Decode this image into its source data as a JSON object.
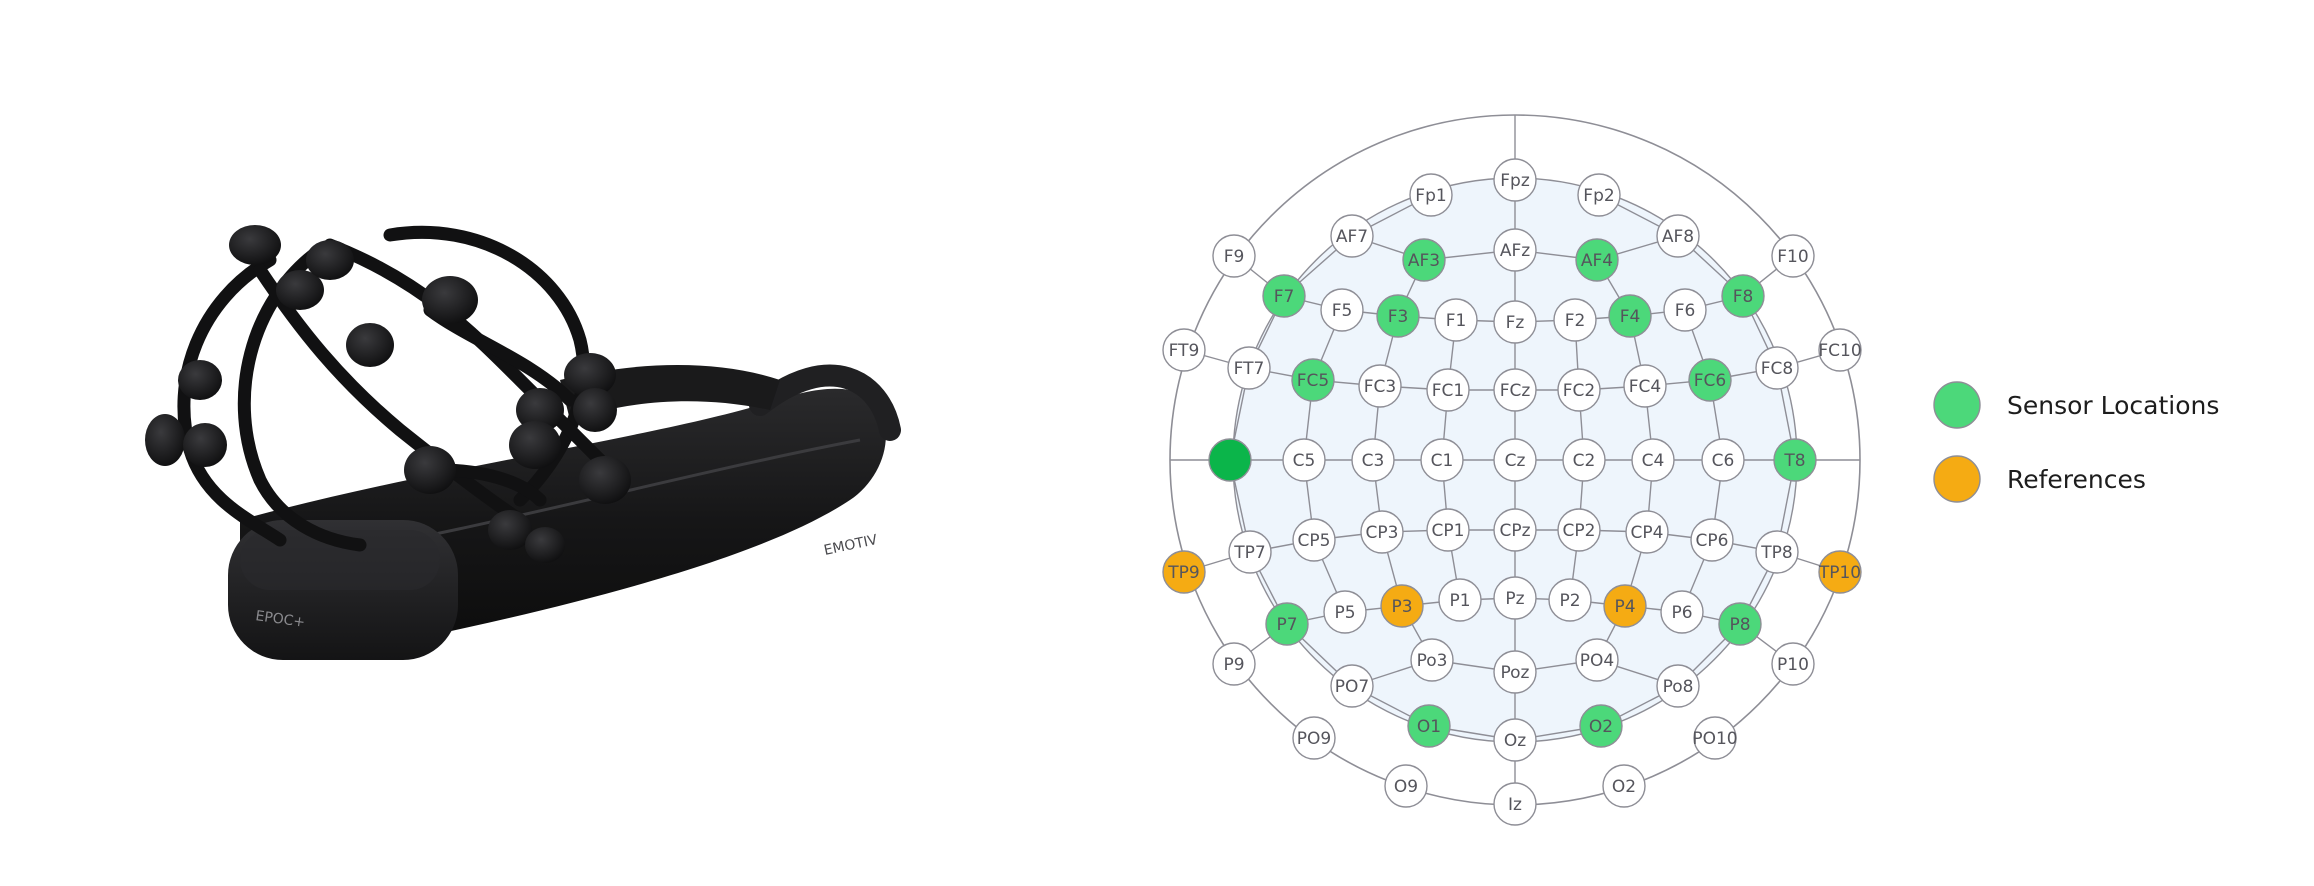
{
  "headset": {
    "brand_text": "EMOTIV",
    "model_text": "EPOC+"
  },
  "colors": {
    "sensor": "#4cd87a",
    "reference": "#f5ab13",
    "ground": "#0bb54a",
    "empty": "#ffffff",
    "inner_fill": "#eef5fc"
  },
  "legend": [
    {
      "label": "Sensor Locations",
      "color": "#4cd87a"
    },
    {
      "label": "References",
      "color": "#f5ab13"
    }
  ],
  "electrodes": [
    {
      "label": "Fpz",
      "type": "empty"
    },
    {
      "label": "Fp1",
      "type": "empty"
    },
    {
      "label": "Fp2",
      "type": "empty"
    },
    {
      "label": "AF7",
      "type": "empty"
    },
    {
      "label": "AF3",
      "type": "sensor"
    },
    {
      "label": "AFz",
      "type": "empty"
    },
    {
      "label": "AF4",
      "type": "sensor"
    },
    {
      "label": "AF8",
      "type": "empty"
    },
    {
      "label": "F9",
      "type": "empty"
    },
    {
      "label": "F7",
      "type": "sensor"
    },
    {
      "label": "F5",
      "type": "empty"
    },
    {
      "label": "F3",
      "type": "sensor"
    },
    {
      "label": "F1",
      "type": "empty"
    },
    {
      "label": "Fz",
      "type": "empty"
    },
    {
      "label": "F2",
      "type": "empty"
    },
    {
      "label": "F4",
      "type": "sensor"
    },
    {
      "label": "F6",
      "type": "empty"
    },
    {
      "label": "F8",
      "type": "sensor"
    },
    {
      "label": "F10",
      "type": "empty"
    },
    {
      "label": "FT9",
      "type": "empty"
    },
    {
      "label": "FT7",
      "type": "empty"
    },
    {
      "label": "FC5",
      "type": "sensor"
    },
    {
      "label": "FC3",
      "type": "empty"
    },
    {
      "label": "FC1",
      "type": "empty"
    },
    {
      "label": "FCz",
      "type": "empty"
    },
    {
      "label": "FC2",
      "type": "empty"
    },
    {
      "label": "FC4",
      "type": "empty"
    },
    {
      "label": "FC6",
      "type": "sensor"
    },
    {
      "label": "FC8",
      "type": "empty"
    },
    {
      "label": "FC10",
      "type": "empty"
    },
    {
      "label": "",
      "type": "ground"
    },
    {
      "label": "C5",
      "type": "empty"
    },
    {
      "label": "C3",
      "type": "empty"
    },
    {
      "label": "C1",
      "type": "empty"
    },
    {
      "label": "Cz",
      "type": "empty"
    },
    {
      "label": "C2",
      "type": "empty"
    },
    {
      "label": "C4",
      "type": "empty"
    },
    {
      "label": "C6",
      "type": "empty"
    },
    {
      "label": "T8",
      "type": "sensor"
    },
    {
      "label": "TP9",
      "type": "reference"
    },
    {
      "label": "TP7",
      "type": "empty"
    },
    {
      "label": "CP5",
      "type": "empty"
    },
    {
      "label": "CP3",
      "type": "empty"
    },
    {
      "label": "CP1",
      "type": "empty"
    },
    {
      "label": "CPz",
      "type": "empty"
    },
    {
      "label": "CP2",
      "type": "empty"
    },
    {
      "label": "CP4",
      "type": "empty"
    },
    {
      "label": "CP6",
      "type": "empty"
    },
    {
      "label": "TP8",
      "type": "empty"
    },
    {
      "label": "TP10",
      "type": "reference"
    },
    {
      "label": "P7",
      "type": "sensor"
    },
    {
      "label": "P5",
      "type": "empty"
    },
    {
      "label": "P3",
      "type": "reference"
    },
    {
      "label": "P1",
      "type": "empty"
    },
    {
      "label": "Pz",
      "type": "empty"
    },
    {
      "label": "P2",
      "type": "empty"
    },
    {
      "label": "P4",
      "type": "reference"
    },
    {
      "label": "P6",
      "type": "empty"
    },
    {
      "label": "P8",
      "type": "sensor"
    },
    {
      "label": "P9",
      "type": "empty"
    },
    {
      "label": "PO7",
      "type": "empty"
    },
    {
      "label": "Po3",
      "type": "empty"
    },
    {
      "label": "Poz",
      "type": "empty"
    },
    {
      "label": "PO4",
      "type": "empty"
    },
    {
      "label": "Po8",
      "type": "empty"
    },
    {
      "label": "P10",
      "type": "empty"
    },
    {
      "label": "O1",
      "type": "sensor"
    },
    {
      "label": "Oz",
      "type": "empty"
    },
    {
      "label": "O2",
      "type": "sensor"
    },
    {
      "label": "PO9",
      "type": "empty"
    },
    {
      "label": "PO10",
      "type": "empty"
    },
    {
      "label": "O9",
      "type": "empty"
    },
    {
      "label": "O2",
      "type": "empty"
    },
    {
      "label": "Iz",
      "type": "empty"
    }
  ]
}
